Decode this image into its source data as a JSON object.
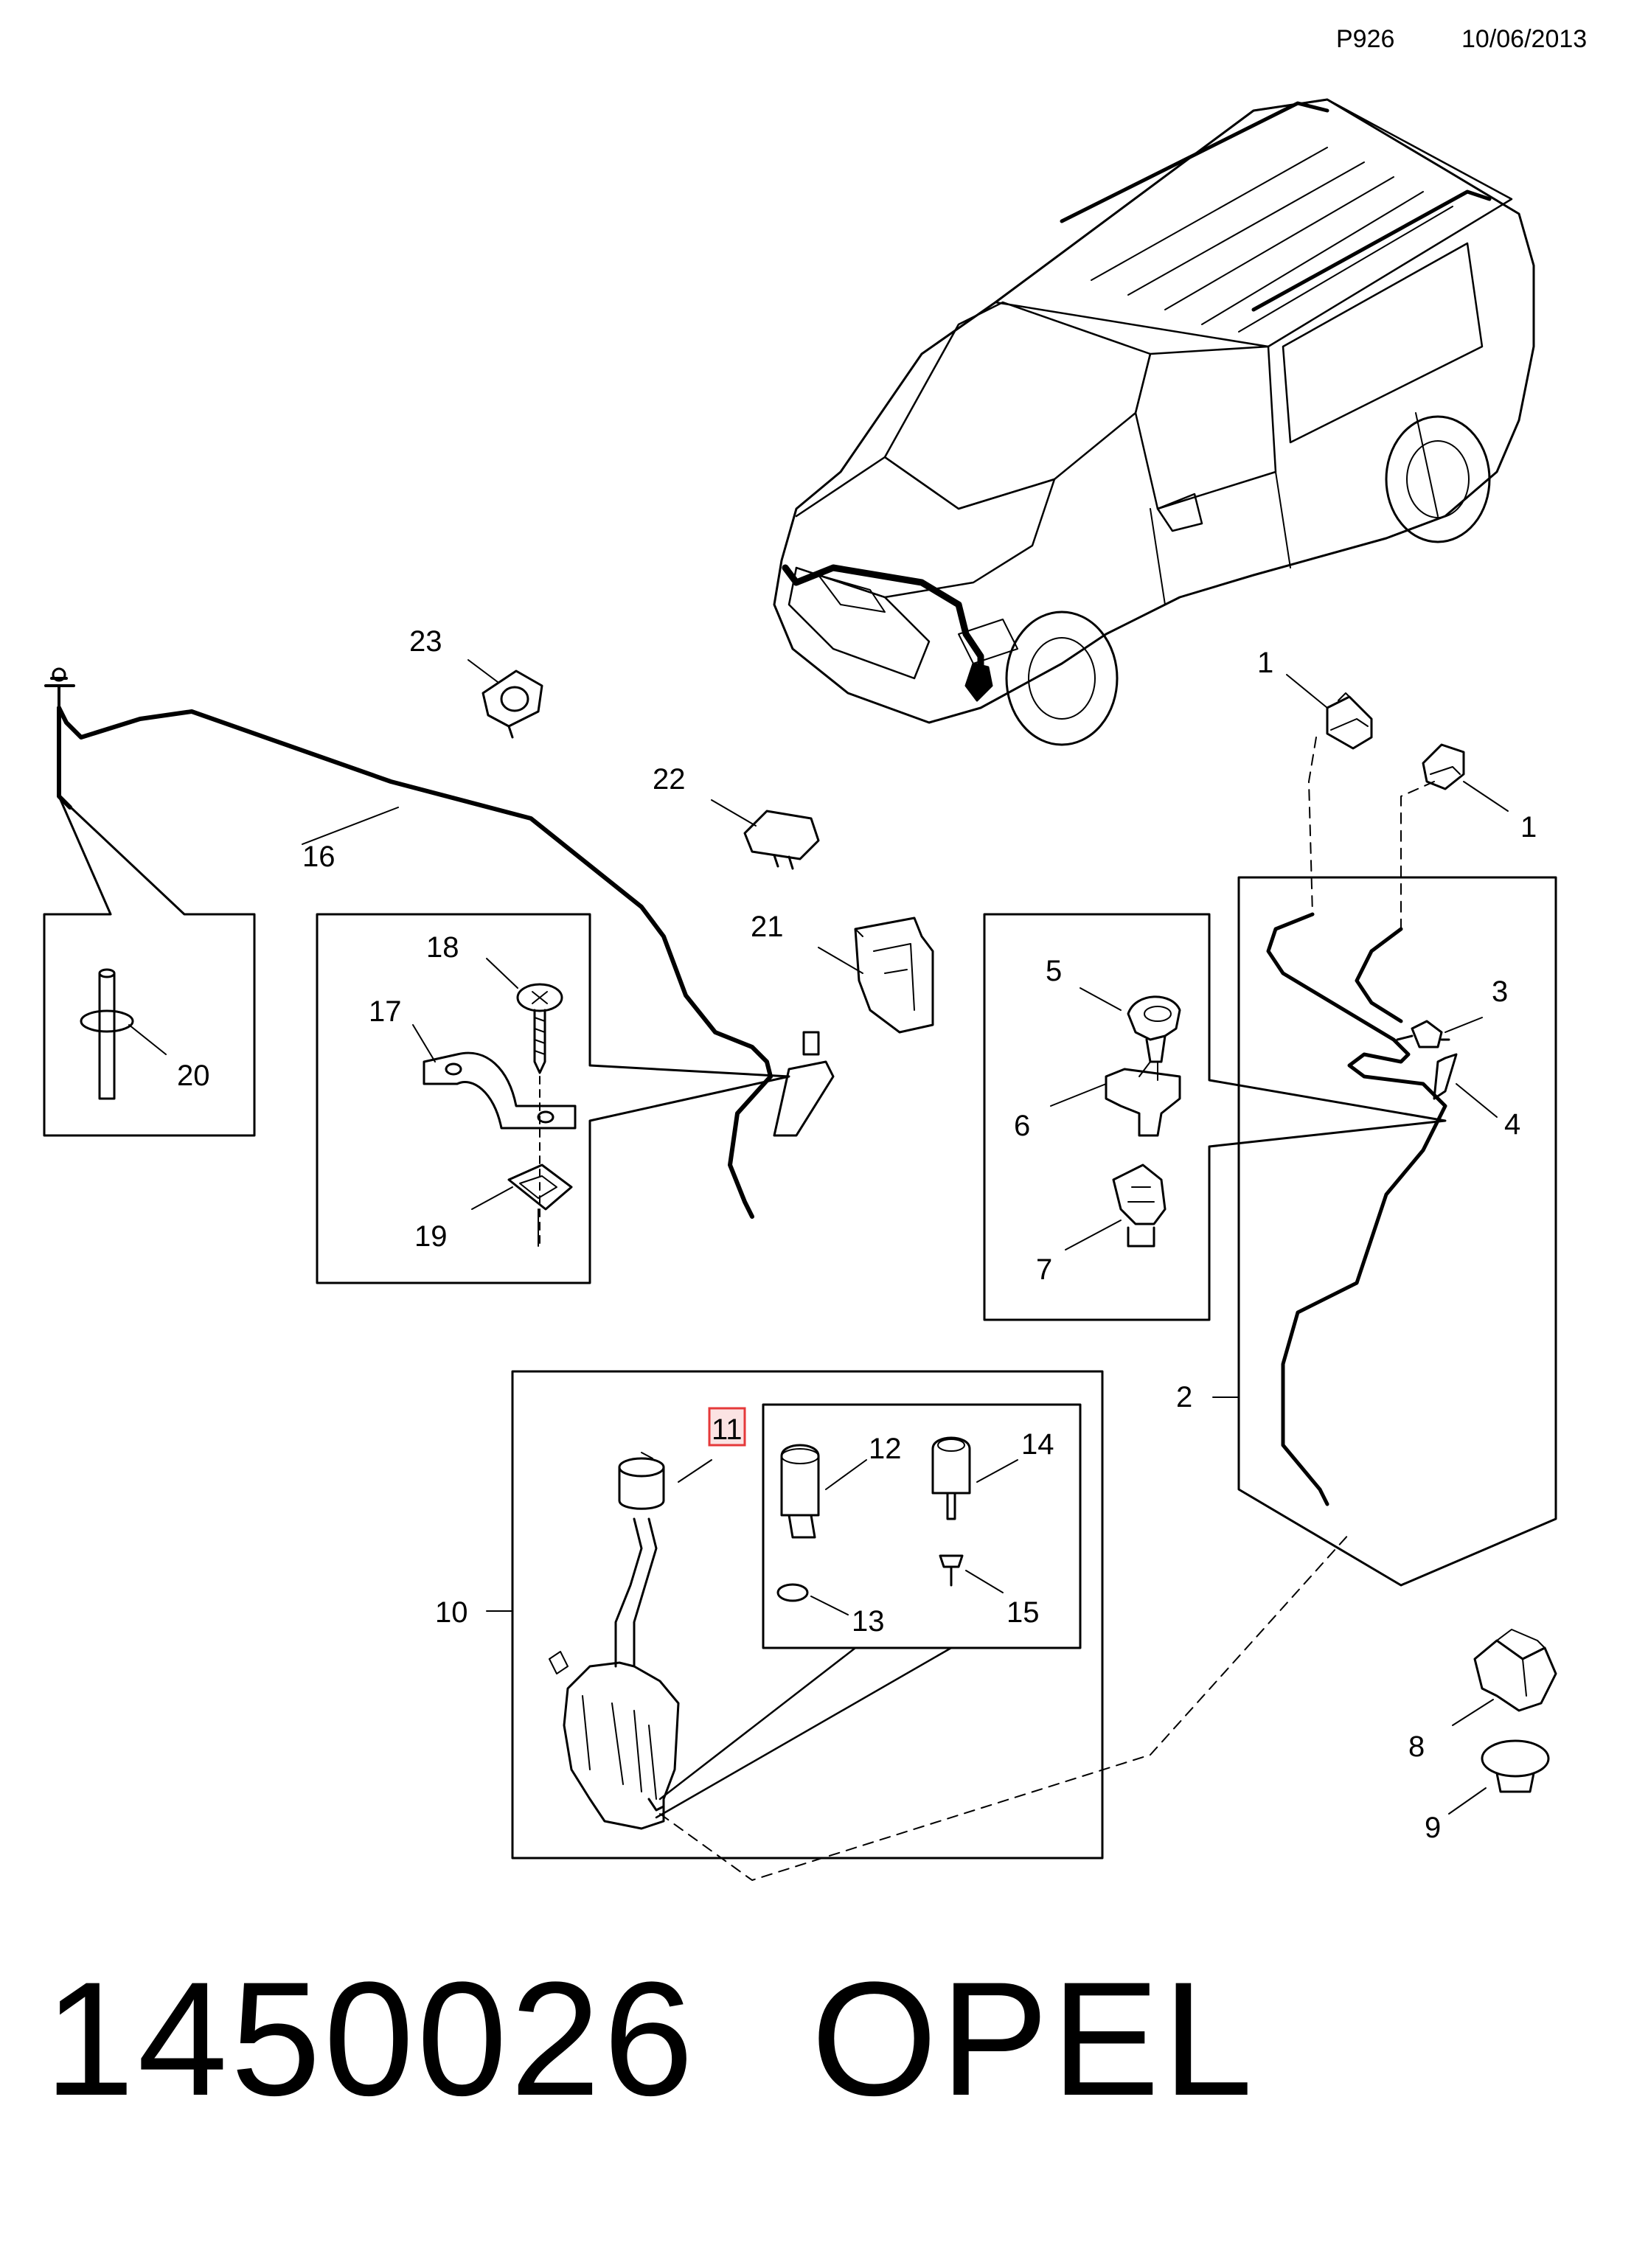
{
  "header": {
    "code": "P926",
    "date": "10/06/2013"
  },
  "callouts": {
    "c1a": "1",
    "c1b": "1",
    "c2": "2",
    "c3": "3",
    "c4": "4",
    "c5": "5",
    "c6": "6",
    "c7": "7",
    "c8": "8",
    "c9": "9",
    "c10": "10",
    "c11": "11",
    "c12": "12",
    "c13": "13",
    "c14": "14",
    "c15": "15",
    "c16": "16",
    "c17": "17",
    "c18": "18",
    "c19": "19",
    "c20": "20",
    "c21": "21",
    "c22": "22",
    "c23": "23"
  },
  "highlight_color": "#e5393a",
  "footer": {
    "part_number": "1450026",
    "brand": "OPEL"
  }
}
